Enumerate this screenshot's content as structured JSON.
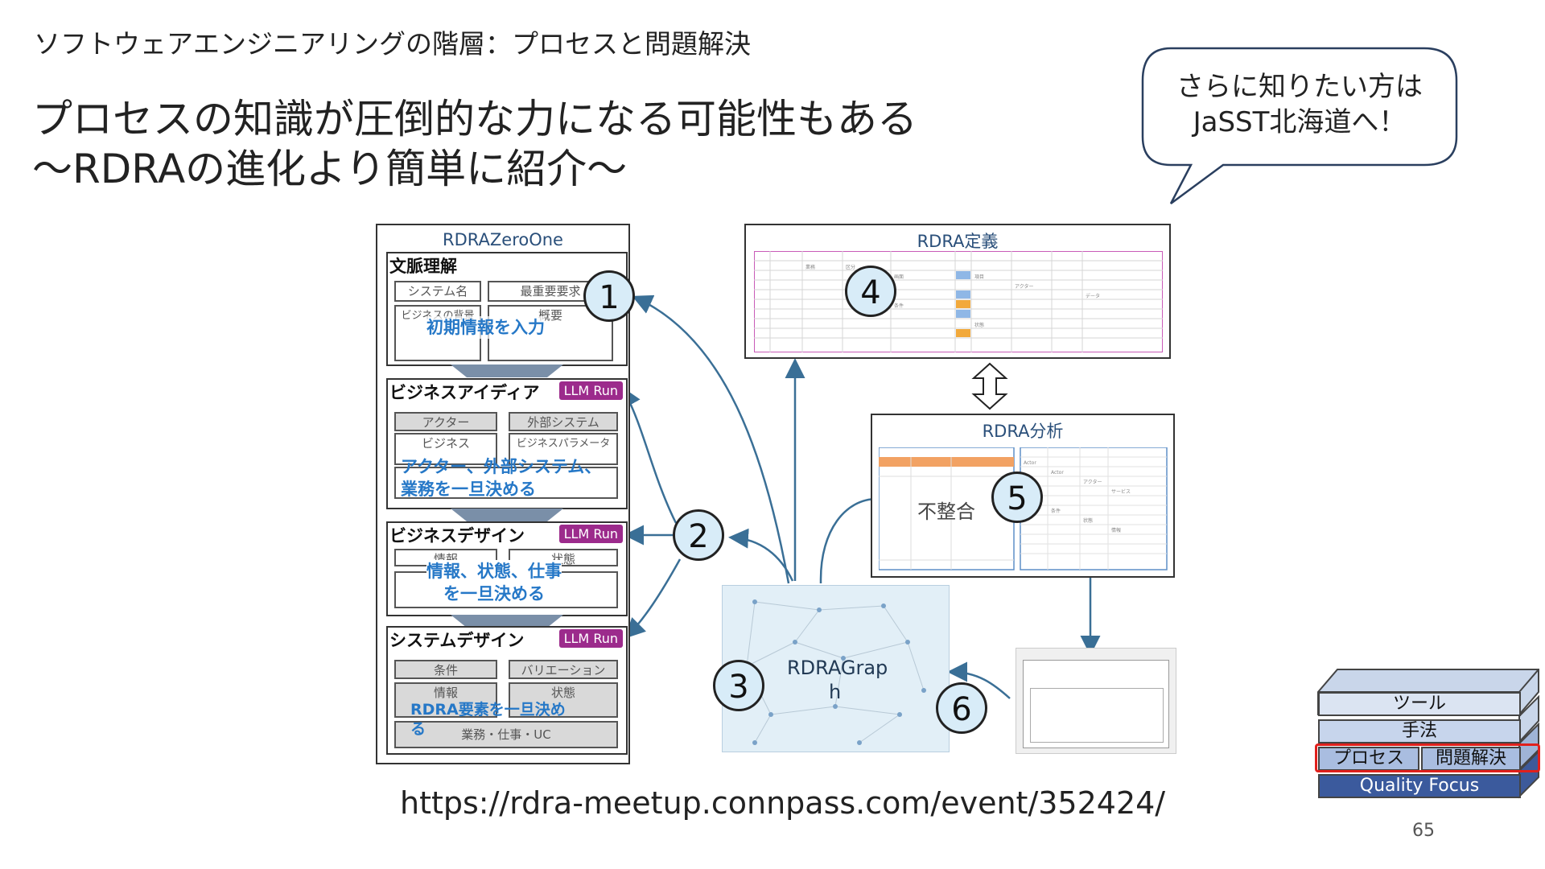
{
  "slide": {
    "subtitle": "ソフトウェアエンジニアリングの階層：プロセスと問題解決",
    "title_line1": "プロセスの知識が圧倒的な力になる可能性もある",
    "title_line2": "〜RDRAの進化より簡単に紹介〜",
    "url": "https://rdra-meetup.connpass.com/event/352424/",
    "page_number": "65"
  },
  "bubble": {
    "line1": "さらに知りたい方は",
    "line2": "JaSST北海道へ！"
  },
  "rdra_zeroone": {
    "title": "RDRAZeroOne",
    "llm_label": "LLM Run",
    "sections": [
      {
        "title": "文脈理解",
        "cells": [
          "システム名",
          "最重要要求",
          "ビジネスの背景",
          "概要"
        ],
        "overlay": "初期情報を入力"
      },
      {
        "title": "ビジネスアイディア",
        "cells": [
          "アクター",
          "外部システム",
          "ビジネス",
          "ビジネスパラメータ"
        ],
        "overlay_line1": "アクター、外部システム、",
        "overlay_line2": "業務を一旦決める"
      },
      {
        "title": "ビジネスデザイン",
        "cells": [
          "情報",
          "状態"
        ],
        "overlay_line1": "情報、状態、仕事",
        "overlay_line2": "を一旦決める"
      },
      {
        "title": "システムデザイン",
        "cells": [
          "条件",
          "バリエーション",
          "情報",
          "状態",
          "業務・仕事・UC"
        ],
        "overlay_line1": "RDRA要素を一旦決め",
        "overlay_line2": "る"
      }
    ]
  },
  "panels": {
    "definition_title": "RDRA定義",
    "analysis_title": "RDRA分析",
    "analysis_label": "不整合",
    "graph_title": "RDRAGrap",
    "graph_title_h": "h"
  },
  "steps": [
    "1",
    "2",
    "3",
    "4",
    "5",
    "6"
  ],
  "pyramid": {
    "layers": [
      "ツール",
      "手法",
      "プロセス",
      "問題解決",
      "Quality Focus"
    ],
    "highlight_color": "#e0201c"
  },
  "colors": {
    "arrow": "#3a6f96",
    "circle_fill": "#d8ecf8",
    "llm_badge": "#9c2b8c",
    "overlay_text": "#2678c7",
    "panel_title": "#2a4f7a"
  }
}
